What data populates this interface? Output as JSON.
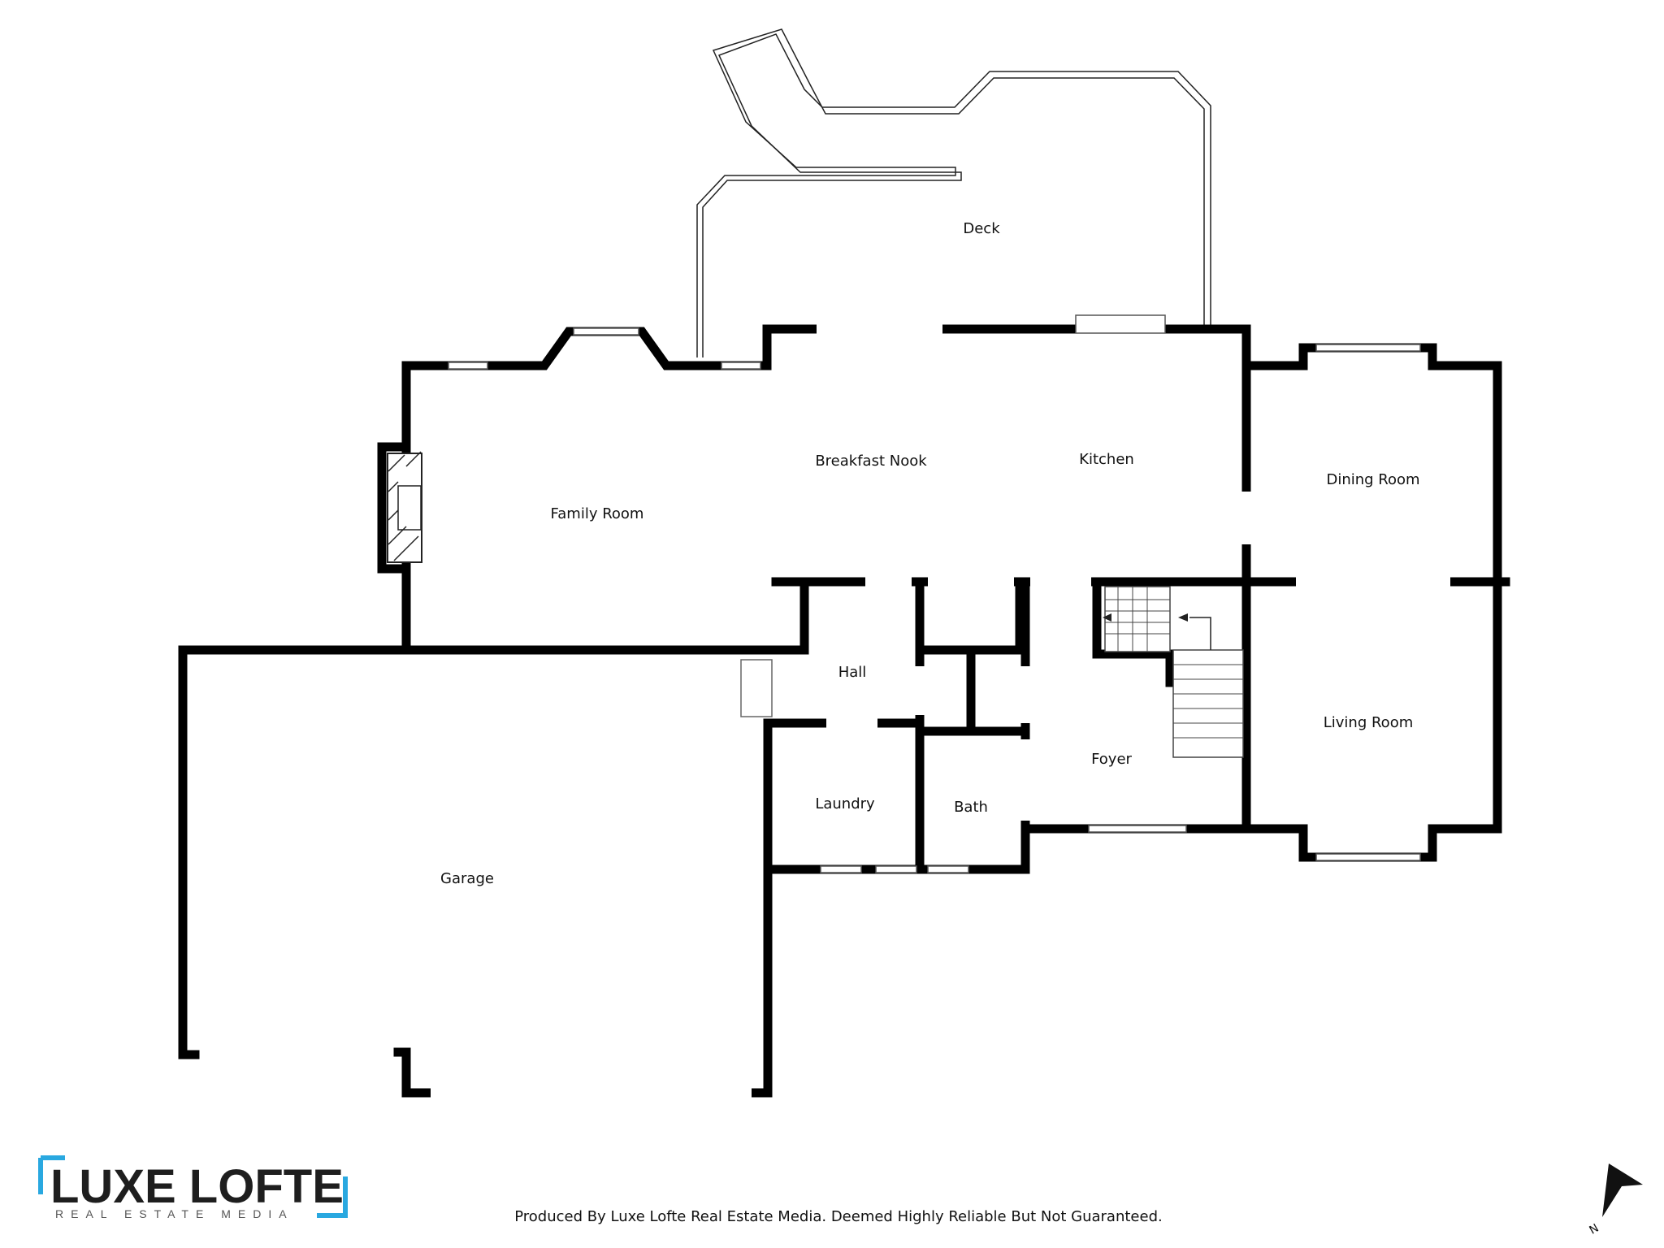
{
  "rooms": {
    "deck": "Deck",
    "breakfast_nook": "Breakfast Nook",
    "kitchen": "Kitchen",
    "dining_room": "Dining Room",
    "family_room": "Family Room",
    "hall": "Hall",
    "living_room": "Living Room",
    "foyer": "Foyer",
    "laundry": "Laundry",
    "bath": "Bath",
    "garage": "Garage"
  },
  "branding": {
    "logo_main": "LUXE LOFTE",
    "logo_sub": "REAL ESTATE MEDIA",
    "accent_color": "#29a8e0"
  },
  "footer": {
    "disclaimer": "Produced By Luxe Lofte Real Estate Media. Deemed Highly Reliable But Not Guaranteed."
  },
  "compass": {
    "label": "N",
    "icon": "north-arrow-icon"
  }
}
